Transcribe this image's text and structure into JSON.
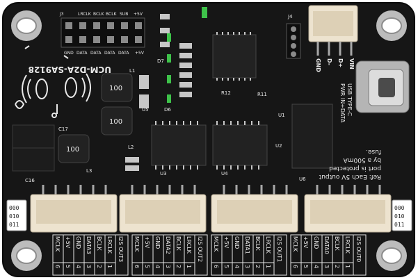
{
  "board": {
    "model": "UCM-D2A-SA9128",
    "note_lines": [
      "Ref: Each 5V output",
      "port is protected",
      "by a 500mA",
      "fuse."
    ],
    "usb_label_1": "USB TYPE-C",
    "usb_label_2": "PWR IN+DATA",
    "usb_pins": [
      "GND",
      "D-",
      "D+",
      "VIN"
    ],
    "header_labels": [
      "J3",
      "LRCLK",
      "BCLK",
      "BCLK",
      "SUB",
      "+5V",
      "GND",
      "DATA",
      "DATA",
      "DATA",
      "DATA",
      "+5V"
    ],
    "inductor_marking": "100",
    "component_labels": [
      "L1",
      "L2",
      "L3",
      "U1",
      "U2",
      "U3",
      "U4",
      "U5",
      "U6",
      "C16",
      "C17",
      "R12",
      "R11",
      "D7",
      "D6",
      "J4"
    ],
    "dip_left": [
      "000",
      "010",
      "011"
    ],
    "dip_right": [
      "000",
      "010",
      "011"
    ]
  },
  "connectors": [
    {
      "pins": [
        "MCLK",
        "+5V",
        "GND",
        "DATA3",
        "BCLK",
        "LRCLK",
        "I2S OUT3"
      ],
      "numbers": [
        "6",
        "5",
        "4",
        "3",
        "2",
        "1"
      ]
    },
    {
      "pins": [
        "MCLK",
        "+5V",
        "GND",
        "DATA2",
        "BCLK",
        "LRCLK",
        "I2S OUT2"
      ],
      "numbers": [
        "6",
        "5",
        "4",
        "3",
        "2",
        "1"
      ]
    },
    {
      "pins": [
        "MCLK",
        "+5V",
        "GND",
        "DATA1",
        "BCLK",
        "LRCLK",
        "I2S OUT1"
      ],
      "numbers": [
        "6",
        "5",
        "4",
        "3",
        "2",
        "1"
      ]
    },
    {
      "pins": [
        "MCLK",
        "+5V",
        "GND",
        "DATA0",
        "BCLK",
        "LRCLK",
        "I2S OUT0"
      ],
      "numbers": [
        "6",
        "5",
        "4",
        "3",
        "2",
        "1"
      ]
    }
  ],
  "colors": {
    "pcb": "#161616",
    "silkscreen": "#e8e8e8",
    "connector": "#ede3cf",
    "chip": "#222222",
    "pad": "#c7c7c7",
    "led": "#3ec24a"
  }
}
